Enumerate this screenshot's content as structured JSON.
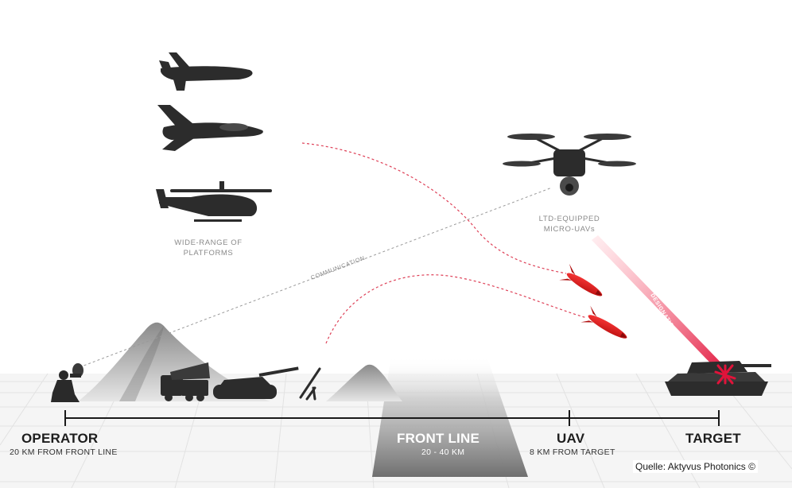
{
  "colors": {
    "accent": "#d81f3a",
    "ground": "#f4f4f4",
    "platform": "#2b2b2b"
  },
  "platforms": {
    "caption_line1": "WIDE-RANGE OF",
    "caption_line2": "PLATFORMS"
  },
  "uav": {
    "caption_line1": "LTD-EQUIPPED",
    "caption_line2": "MICRO-UAVs"
  },
  "paths": {
    "communication": "COMMUNICATION",
    "designation": "DESIGNATION"
  },
  "timeline": {
    "operator": {
      "title": "OPERATOR",
      "subtitle": "20 KM FROM FRONT LINE"
    },
    "front_line": {
      "title": "FRONT LINE",
      "subtitle": "20 - 40 KM"
    },
    "uav": {
      "title": "UAV",
      "subtitle": "8 KM FROM TARGET"
    },
    "target": {
      "title": "TARGET"
    }
  },
  "credit": "Quelle: Aktyvus Photonics ©"
}
